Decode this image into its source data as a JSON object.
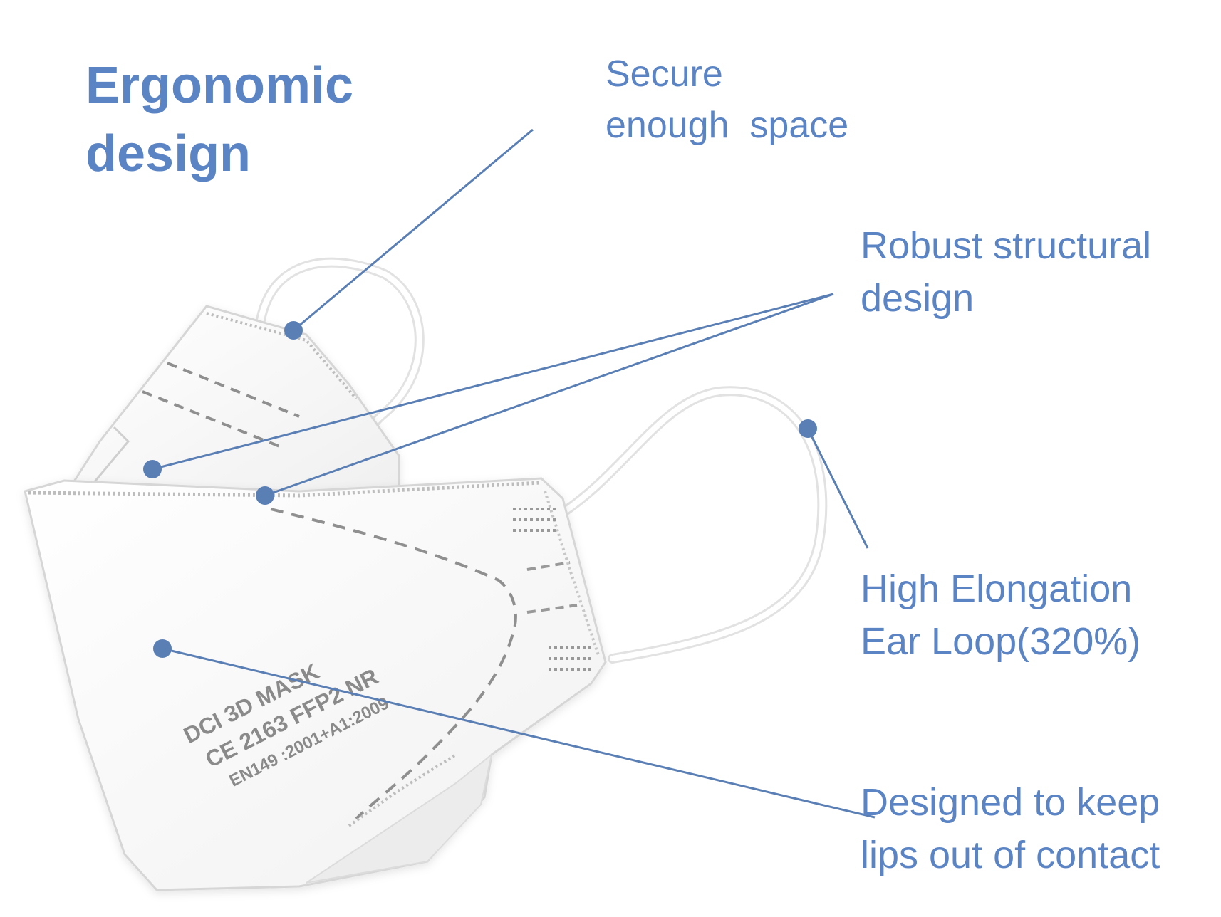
{
  "title": [
    "Ergonomic",
    "design"
  ],
  "labels": {
    "secure": [
      "Secure",
      "enough  space"
    ],
    "robust": [
      "Robust structural",
      "design"
    ],
    "elongation": [
      "High Elongation",
      "Ear Loop(320%)"
    ],
    "lips": [
      "Designed to keep",
      "lips out of contact"
    ]
  },
  "mask_print": {
    "line1": "DCI 3D MASK",
    "line2": "CE 2163  FFP2 NR",
    "line3": "EN149 :2001+A1:2009"
  },
  "colors": {
    "accent": "#5b84c4",
    "callout": "#5a7fb5",
    "mask": "#ffffff",
    "mask_outline": "#d8d8d8"
  }
}
